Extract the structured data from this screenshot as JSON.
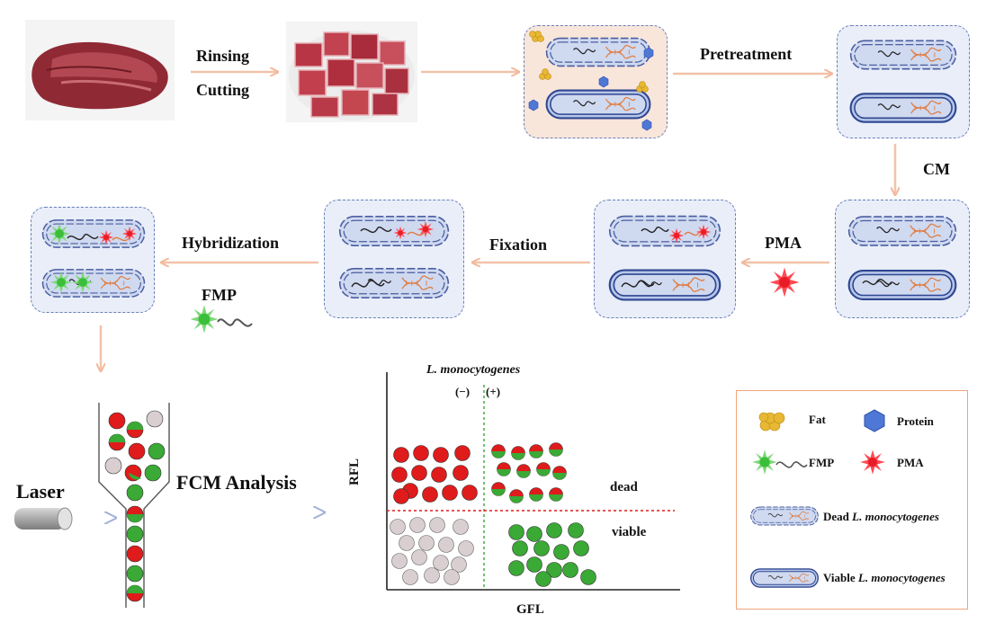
{
  "steps": {
    "rinsing": "Rinsing",
    "cutting": "Cutting",
    "pretreatment": "Pretreatment",
    "cm": "CM",
    "pma": "PMA",
    "fixation": "Fixation",
    "hybridization": "Hybridization",
    "fmp": "FMP",
    "laser": "Laser",
    "fcm_analysis": "FCM Analysis"
  },
  "plot": {
    "title": "L. monocytogenes",
    "neg": "(−)",
    "pos": "(+)",
    "ylabel": "RFL",
    "xlabel": "GFL",
    "dead": "dead",
    "viable": "viable"
  },
  "legend": {
    "fat": "Fat",
    "protein": "Protein",
    "fmp": "FMP",
    "pma": "PMA",
    "dead_prefix": "Dead ",
    "dead_species": "L. monocytogenes",
    "viable_prefix": "Viable ",
    "viable_species": "L. monocytogenes"
  },
  "colors": {
    "arrow": "#f2c2a8",
    "panel_fill": "#e9eef9",
    "dead_dot": "#e01b1b",
    "viable_dot": "#3aa935",
    "neg_dot": "#d9cfd1",
    "legend_border": "#f0a57e"
  }
}
